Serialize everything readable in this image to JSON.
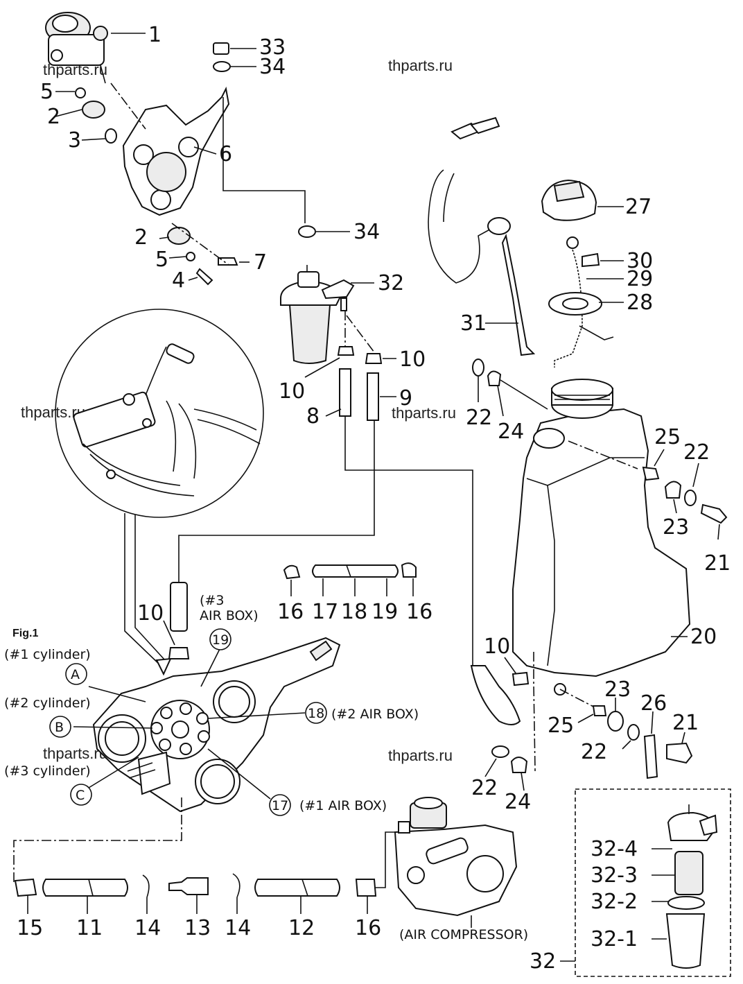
{
  "callouts": {
    "n1": "1",
    "n2a": "2",
    "n2b": "2",
    "n3": "3",
    "n4": "4",
    "n5a": "5",
    "n5b": "5",
    "n6": "6",
    "n7": "7",
    "n8": "8",
    "n9": "9",
    "n10a": "10",
    "n10b": "10",
    "n10c": "10",
    "n10d": "10",
    "n11": "11",
    "n12": "12",
    "n13": "13",
    "n14a": "14",
    "n14b": "14",
    "n15": "15",
    "n16a": "16",
    "n16b": "16",
    "n16c": "16",
    "n17a": "17",
    "n17b": "17",
    "n18a": "18",
    "n18b": "18",
    "n19a": "19",
    "n19b": "19",
    "n20": "20",
    "n21a": "21",
    "n21b": "21",
    "n22a": "22",
    "n22b": "22",
    "n22c": "22",
    "n22d": "22",
    "n23a": "23",
    "n23b": "23",
    "n24a": "24",
    "n24b": "24",
    "n25a": "25",
    "n25b": "25",
    "n26": "26",
    "n27": "27",
    "n28": "28",
    "n29": "29",
    "n30": "30",
    "n31": "31",
    "n32a": "32",
    "n32b": "32",
    "n33": "33",
    "n34a": "34",
    "n34b": "34",
    "n32_1": "32-1",
    "n32_2": "32-2",
    "n32_3": "32-3",
    "n32_4": "32-4"
  },
  "labels": {
    "fig": "Fig.1",
    "cyl1": "(#1 cylinder)",
    "cyl2": "(#2 cylinder)",
    "cyl3": "(#3 cylinder)",
    "airbox3_a": "(#3",
    "airbox3_b": "AIR BOX)",
    "airbox2": "(#2 AIR BOX)",
    "airbox1": "(#1 AIR BOX)",
    "compressor": "(AIR COMPRESSOR)",
    "circA": "A",
    "circB": "B",
    "circC": "C"
  },
  "watermark": "thparts.ru"
}
